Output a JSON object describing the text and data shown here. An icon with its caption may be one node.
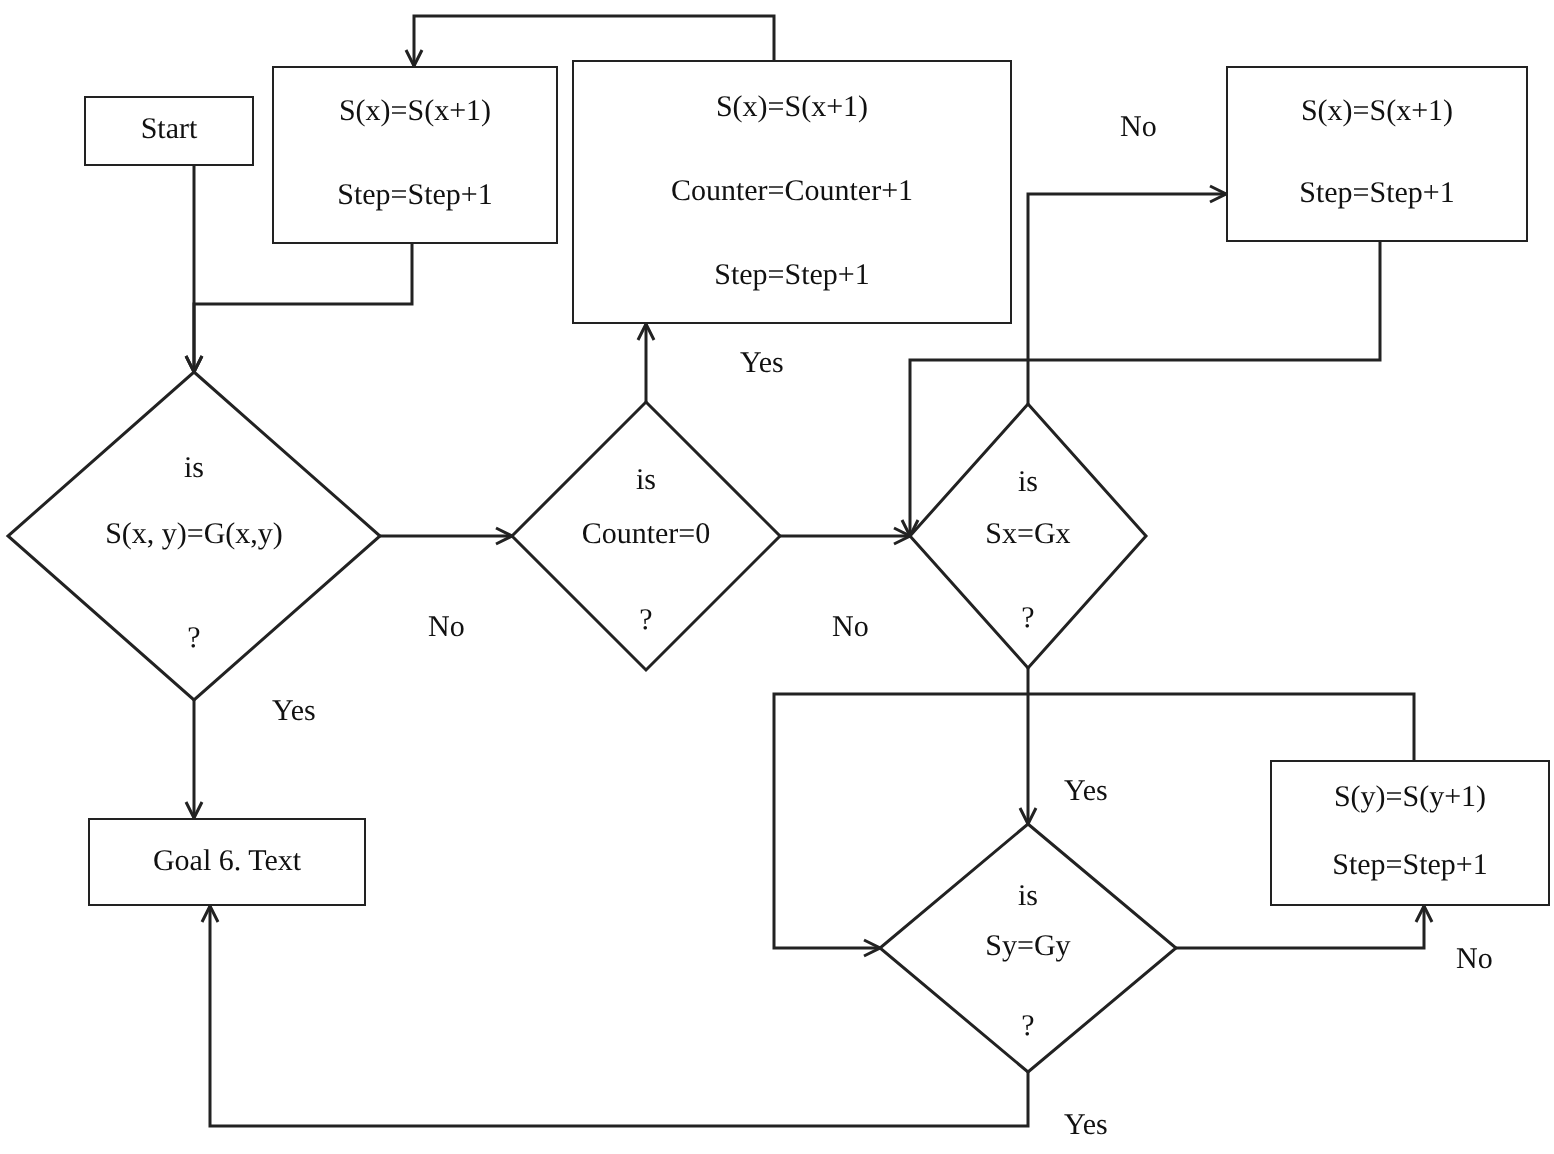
{
  "diagram": {
    "nodes": [
      {
        "text": [
          "Start"
        ]
      },
      {
        "text": [
          "S(x)=S(x+1)",
          "Step=Step+1"
        ]
      },
      {
        "text": [
          "S(x)=S(x+1)",
          "Counter=Counter+1",
          "Step=Step+1"
        ]
      },
      {
        "text": [
          "S(x)=S(x+1)",
          "Step=Step+1"
        ]
      },
      {
        "text": [
          "is",
          "S(x, y)=G(x,y)",
          "?"
        ]
      },
      {
        "text": [
          "is",
          "Counter=0",
          "?"
        ]
      },
      {
        "text": [
          "is",
          "Sx=Gx",
          "?"
        ]
      },
      {
        "text": [
          "Goal 6. Text"
        ]
      },
      {
        "text": [
          "is",
          "Sy=Gy",
          "?"
        ]
      },
      {
        "text": [
          "S(y)=S(y+1)",
          "Step=Step+1"
        ]
      }
    ],
    "edges": [
      {
        "from": 0,
        "to": 4,
        "arrow": "to"
      },
      {
        "from": 1,
        "to": 4,
        "arrow": "to"
      },
      {
        "from": 4,
        "to": 5,
        "arrow": "to",
        "label": "No"
      },
      {
        "from": 5,
        "to": 2,
        "arrow": "to",
        "label": "Yes"
      },
      {
        "from": 2,
        "to": 1,
        "arrow": "to"
      },
      {
        "from": 5,
        "to": 6,
        "arrow": "to",
        "label": "No"
      },
      {
        "from": 6,
        "to": 3,
        "arrow": "to",
        "label": "No"
      },
      {
        "from": 3,
        "to": 6,
        "arrow": "to"
      },
      {
        "from": 4,
        "to": 7,
        "arrow": "to",
        "label": "Yes"
      },
      {
        "from": 6,
        "to": 8,
        "arrow": "to",
        "label": "Yes"
      },
      {
        "from": 8,
        "to": 9,
        "arrow": "to",
        "label": "No"
      },
      {
        "from": 9,
        "to": 8,
        "arrow": "to"
      },
      {
        "from": 8,
        "to": 7,
        "arrow": "to",
        "label": "Yes"
      }
    ]
  }
}
